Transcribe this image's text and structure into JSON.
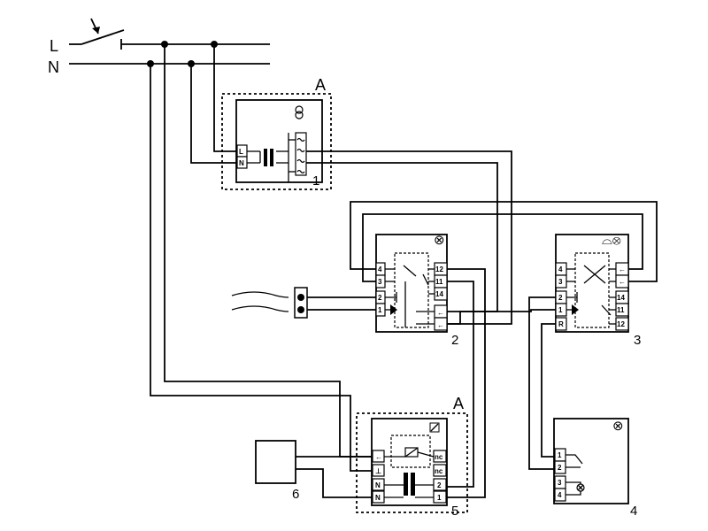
{
  "lines": {
    "L": "L",
    "N": "N"
  },
  "labels": {
    "group_a_top": "A",
    "group_a_bottom": "A",
    "dev1": "1",
    "dev2": "2",
    "dev3": "3",
    "dev4": "4",
    "dev5": "5",
    "dev6": "6"
  },
  "dev1_terms": [
    "L",
    "N"
  ],
  "dev2_left_terms": [
    "4",
    "3",
    "2",
    "1"
  ],
  "dev2_right_terms": [
    "12",
    "11",
    "14"
  ],
  "dev3_left_terms": [
    "4",
    "3",
    "2",
    "1",
    "R"
  ],
  "dev3_right_terms": [
    "14",
    "11",
    "12"
  ],
  "dev4_terms": [
    "1",
    "2",
    "3",
    "4"
  ],
  "dev5_left_terms": [
    "N",
    "N"
  ],
  "dev5_right_terms": [
    "nc",
    "nc",
    "2",
    "1"
  ]
}
